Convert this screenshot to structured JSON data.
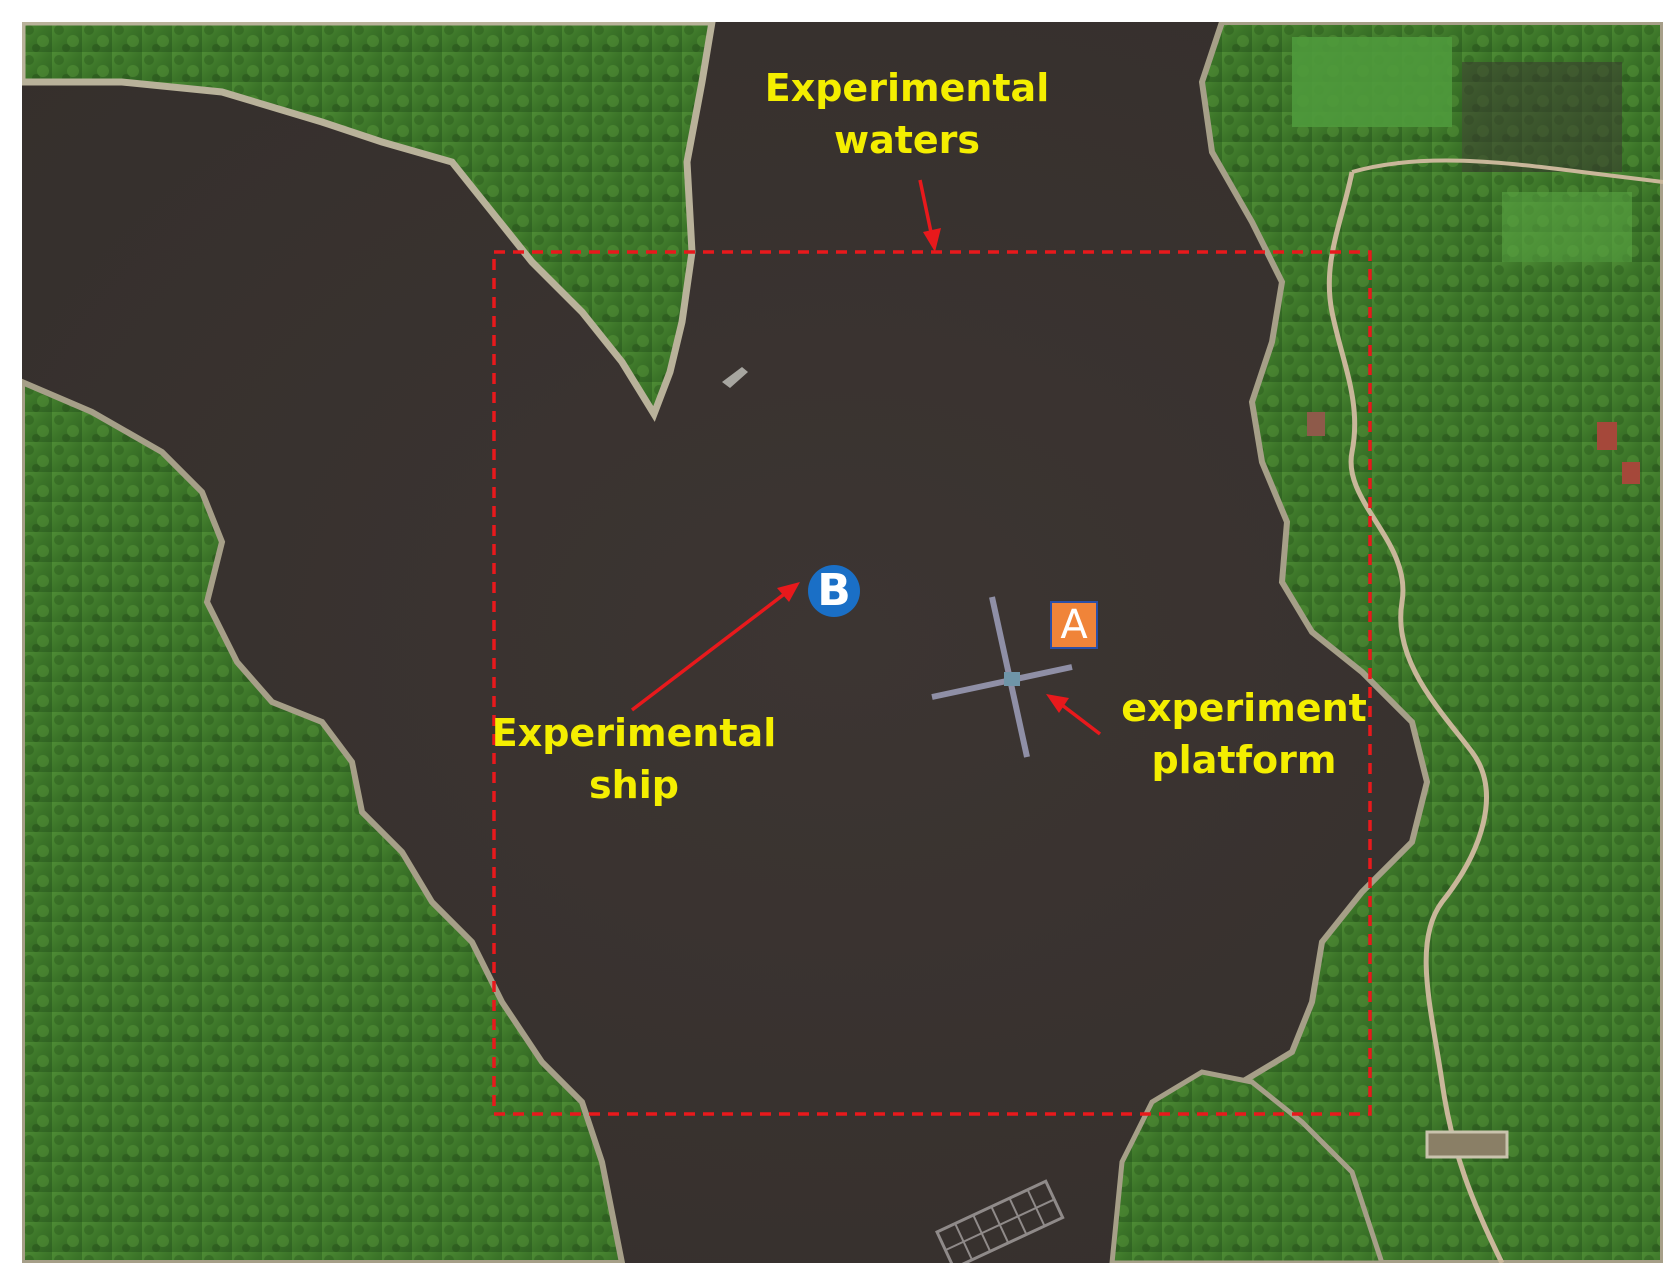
{
  "labels": {
    "waters": {
      "line1": "Experimental",
      "line2": "waters"
    },
    "ship": {
      "line1": "Experimental",
      "line2": "ship"
    },
    "platform": {
      "line1": "experiment",
      "line2": "platform"
    }
  },
  "markers": {
    "a": {
      "letter": "A",
      "meaning": "experiment platform"
    },
    "b": {
      "letter": "B",
      "meaning": "experimental ship"
    }
  },
  "colors": {
    "water": "#3a3431",
    "land": "#3d7a2e",
    "label_text": "#f4ee00",
    "area_border": "#e8191c",
    "marker_a": "#f08439",
    "marker_b": "#1a6fc6"
  }
}
